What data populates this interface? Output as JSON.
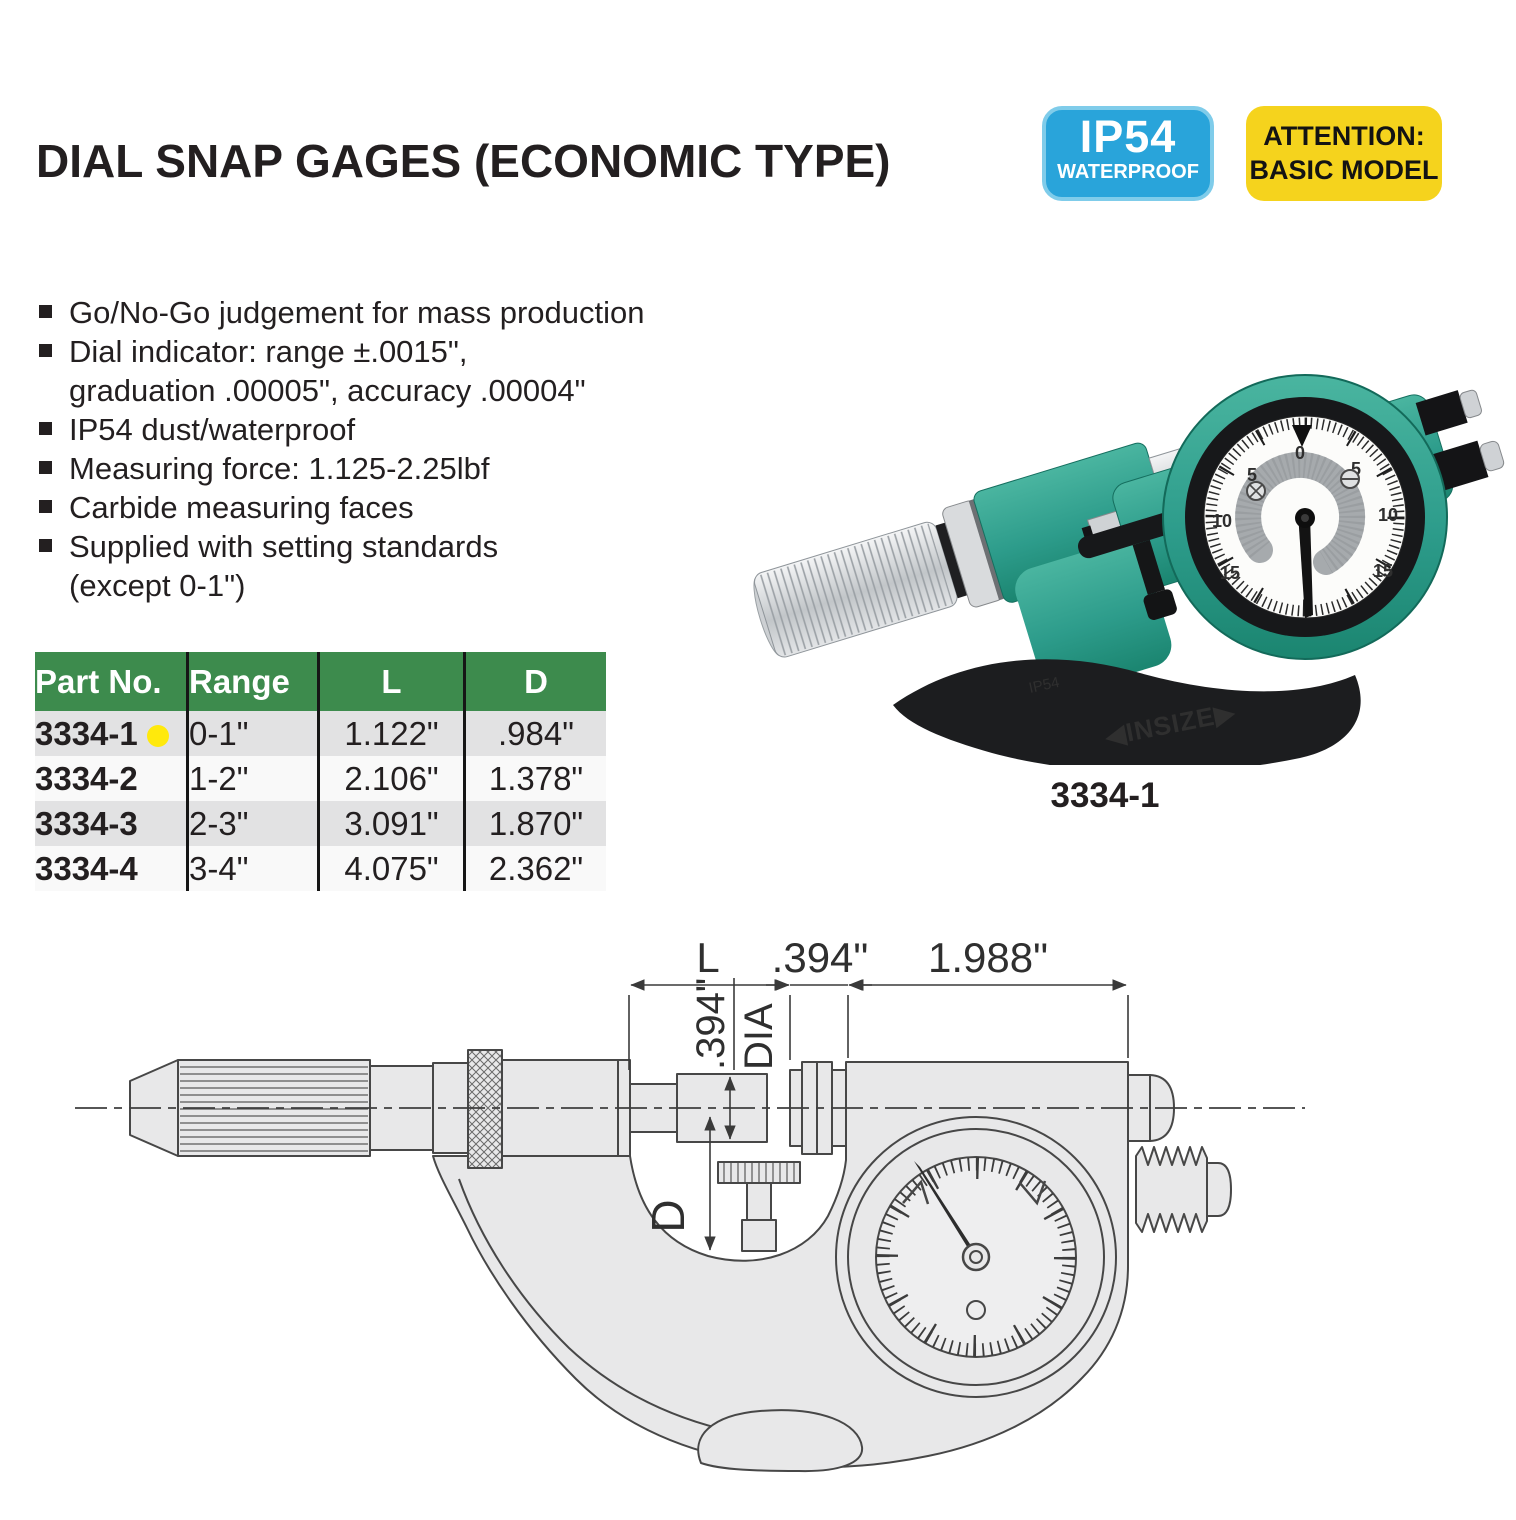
{
  "page": {
    "title": "DIAL SNAP GAGES (ECONOMIC TYPE)"
  },
  "badges": {
    "ip54": {
      "line1": "IP54",
      "line2": "WATERPROOF"
    },
    "attention": {
      "line1": "ATTENTION:",
      "line2": "BASIC MODEL"
    }
  },
  "features": [
    {
      "text": "Go/No-Go judgement for mass production",
      "bullet": true
    },
    {
      "text": "Dial indicator: range ±.0015\",",
      "bullet": true
    },
    {
      "text": "graduation .00005\", accuracy .00004\"",
      "bullet": false
    },
    {
      "text": "IP54 dust/waterproof",
      "bullet": true
    },
    {
      "text": "Measuring force: 1.125-2.25lbf",
      "bullet": true
    },
    {
      "text": "Carbide measuring faces",
      "bullet": true
    },
    {
      "text": "Supplied with setting standards",
      "bullet": true
    },
    {
      "text": "(except 0-1\")",
      "bullet": false
    }
  ],
  "table": {
    "headers": [
      "Part No.",
      "Range",
      "L",
      "D"
    ],
    "rows": [
      {
        "part": "3334-1",
        "range": "0-1\"",
        "l": "1.122\"",
        "d": ".984\"",
        "highlight": true
      },
      {
        "part": "3334-2",
        "range": "1-2\"",
        "l": "2.106\"",
        "d": "1.378\"",
        "highlight": false
      },
      {
        "part": "3334-3",
        "range": "2-3\"",
        "l": "3.091\"",
        "d": "1.870\"",
        "highlight": false
      },
      {
        "part": "3334-4",
        "range": "3-4\"",
        "l": "4.075\"",
        "d": "2.362\"",
        "highlight": false
      }
    ]
  },
  "product": {
    "caption": "3334-1",
    "photo": {
      "brand": "◀INSIZE▶",
      "ip54": "IP54",
      "dial_numbers_right": [
        "0",
        "5",
        "10",
        "15"
      ],
      "dial_numbers_left": [
        "5",
        "10",
        "15"
      ]
    }
  },
  "drawing": {
    "dim_l": "L",
    "dim_anvil": ".394\"",
    "dim_body": "1.988\"",
    "dia_value": ".394\"",
    "dia_word": "DIA",
    "dim_d": "D"
  },
  "colors": {
    "header_green": "#3d8b4d",
    "badge_blue": "#29a4da",
    "badge_yellow": "#f5d31d",
    "highlight_dot": "#ffe90c",
    "product_green": "#2d9c8b"
  }
}
